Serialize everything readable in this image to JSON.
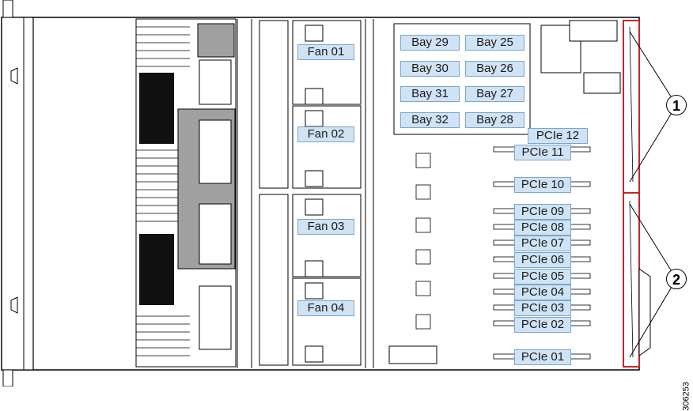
{
  "fans": [
    "Fan 01",
    "Fan 02",
    "Fan 03",
    "Fan 04"
  ],
  "bays": {
    "left": [
      "Bay 29",
      "Bay 30",
      "Bay 31",
      "Bay 32"
    ],
    "right": [
      "Bay 25",
      "Bay 26",
      "Bay 27",
      "Bay 28"
    ]
  },
  "pcie": [
    "PCIe 12",
    "PCIe 11",
    "PCIe 10",
    "PCIe 09",
    "PCIe 08",
    "PCIe 07",
    "PCIe 06",
    "PCIe 05",
    "PCIe 04",
    "PCIe 03",
    "PCIe 02",
    "PCIe 01"
  ],
  "callouts": [
    "1",
    "2"
  ],
  "figure_id": "306253",
  "colors": {
    "highlight": "#c0282d",
    "label_fill": "#cfe3f4",
    "label_border": "#7aa6cc",
    "gray": "#a0a0a0"
  }
}
